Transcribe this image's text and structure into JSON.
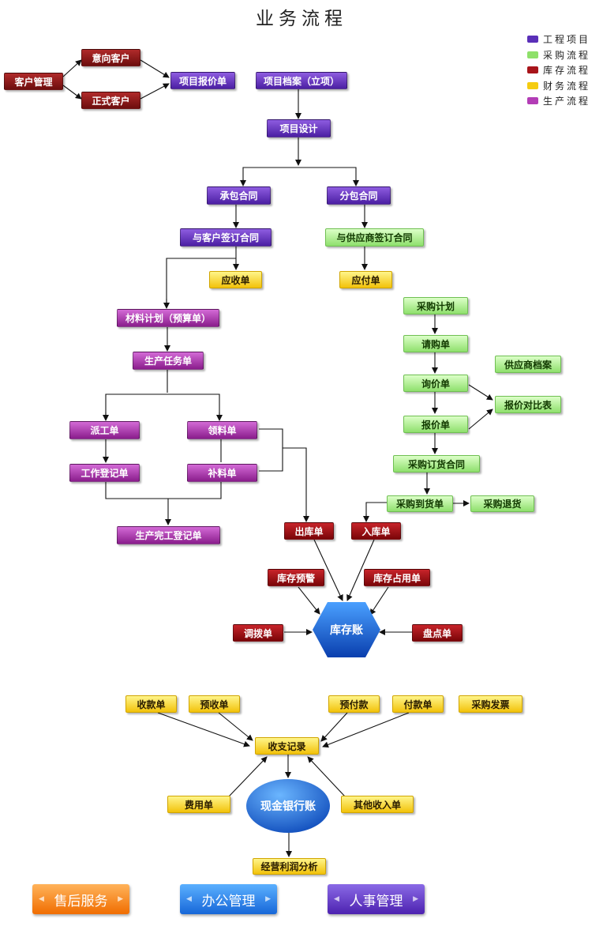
{
  "title": "业务流程",
  "legend": [
    {
      "label": "工程项目",
      "color": "#5a2fb8"
    },
    {
      "label": "采购流程",
      "color": "#8ee06a"
    },
    {
      "label": "库存流程",
      "color": "#a8141a"
    },
    {
      "label": "财务流程",
      "color": "#f5cc10"
    },
    {
      "label": "生产流程",
      "color": "#b33db6"
    }
  ],
  "nodes": {
    "kehu_guanli": "客户管理",
    "yixiang_kehu": "意向客户",
    "zhengshi_kehu": "正式客户",
    "xiangmu_baojia": "项目报价单",
    "xiangmu_dangan": "项目档案（立项）",
    "xiangmu_sheji": "项目设计",
    "chengbao_hetong": "承包合同",
    "fenbao_hetong": "分包合同",
    "kehu_qianding": "与客户签订合同",
    "gongying_qianding": "与供应商签订合同",
    "yingshou": "应收单",
    "yingfu": "应付单",
    "cailiao_jihua": "材料计划（预算单）",
    "shengchan_renwu": "生产任务单",
    "paigong": "派工单",
    "lingliao": "领料单",
    "gongzuo_dengji": "工作登记单",
    "buliao": "补料单",
    "wangong_dengji": "生产完工登记单",
    "caigou_jihua": "采购计划",
    "qinggou": "请购单",
    "xunjia": "询价单",
    "baojia": "报价单",
    "gongying_dangan": "供应商档案",
    "baojia_duibi": "报价对比表",
    "caigou_dinghuo": "采购订货合同",
    "caigou_daohuo": "采购到货单",
    "caigou_tuihuo": "采购退货",
    "chuku": "出库单",
    "ruku": "入库单",
    "kucun_yujing": "库存预警",
    "kucun_zhanyong": "库存占用单",
    "diaobo": "调拨单",
    "kucun_zhang": "库存账",
    "pandian": "盘点单",
    "shoukuan": "收款单",
    "yushou": "预收单",
    "yufukuan": "预付款",
    "fukuan": "付款单",
    "caigou_fapiao": "采购发票",
    "shouzhi_jilu": "收支记录",
    "feiyong": "费用单",
    "xianjin_yinhang": "现金银行账",
    "qita_shouru": "其他收入单",
    "jingying_fenxi": "经营利润分析"
  },
  "bottom_buttons": [
    {
      "label": "售后服务"
    },
    {
      "label": "办公管理"
    },
    {
      "label": "人事管理"
    }
  ]
}
